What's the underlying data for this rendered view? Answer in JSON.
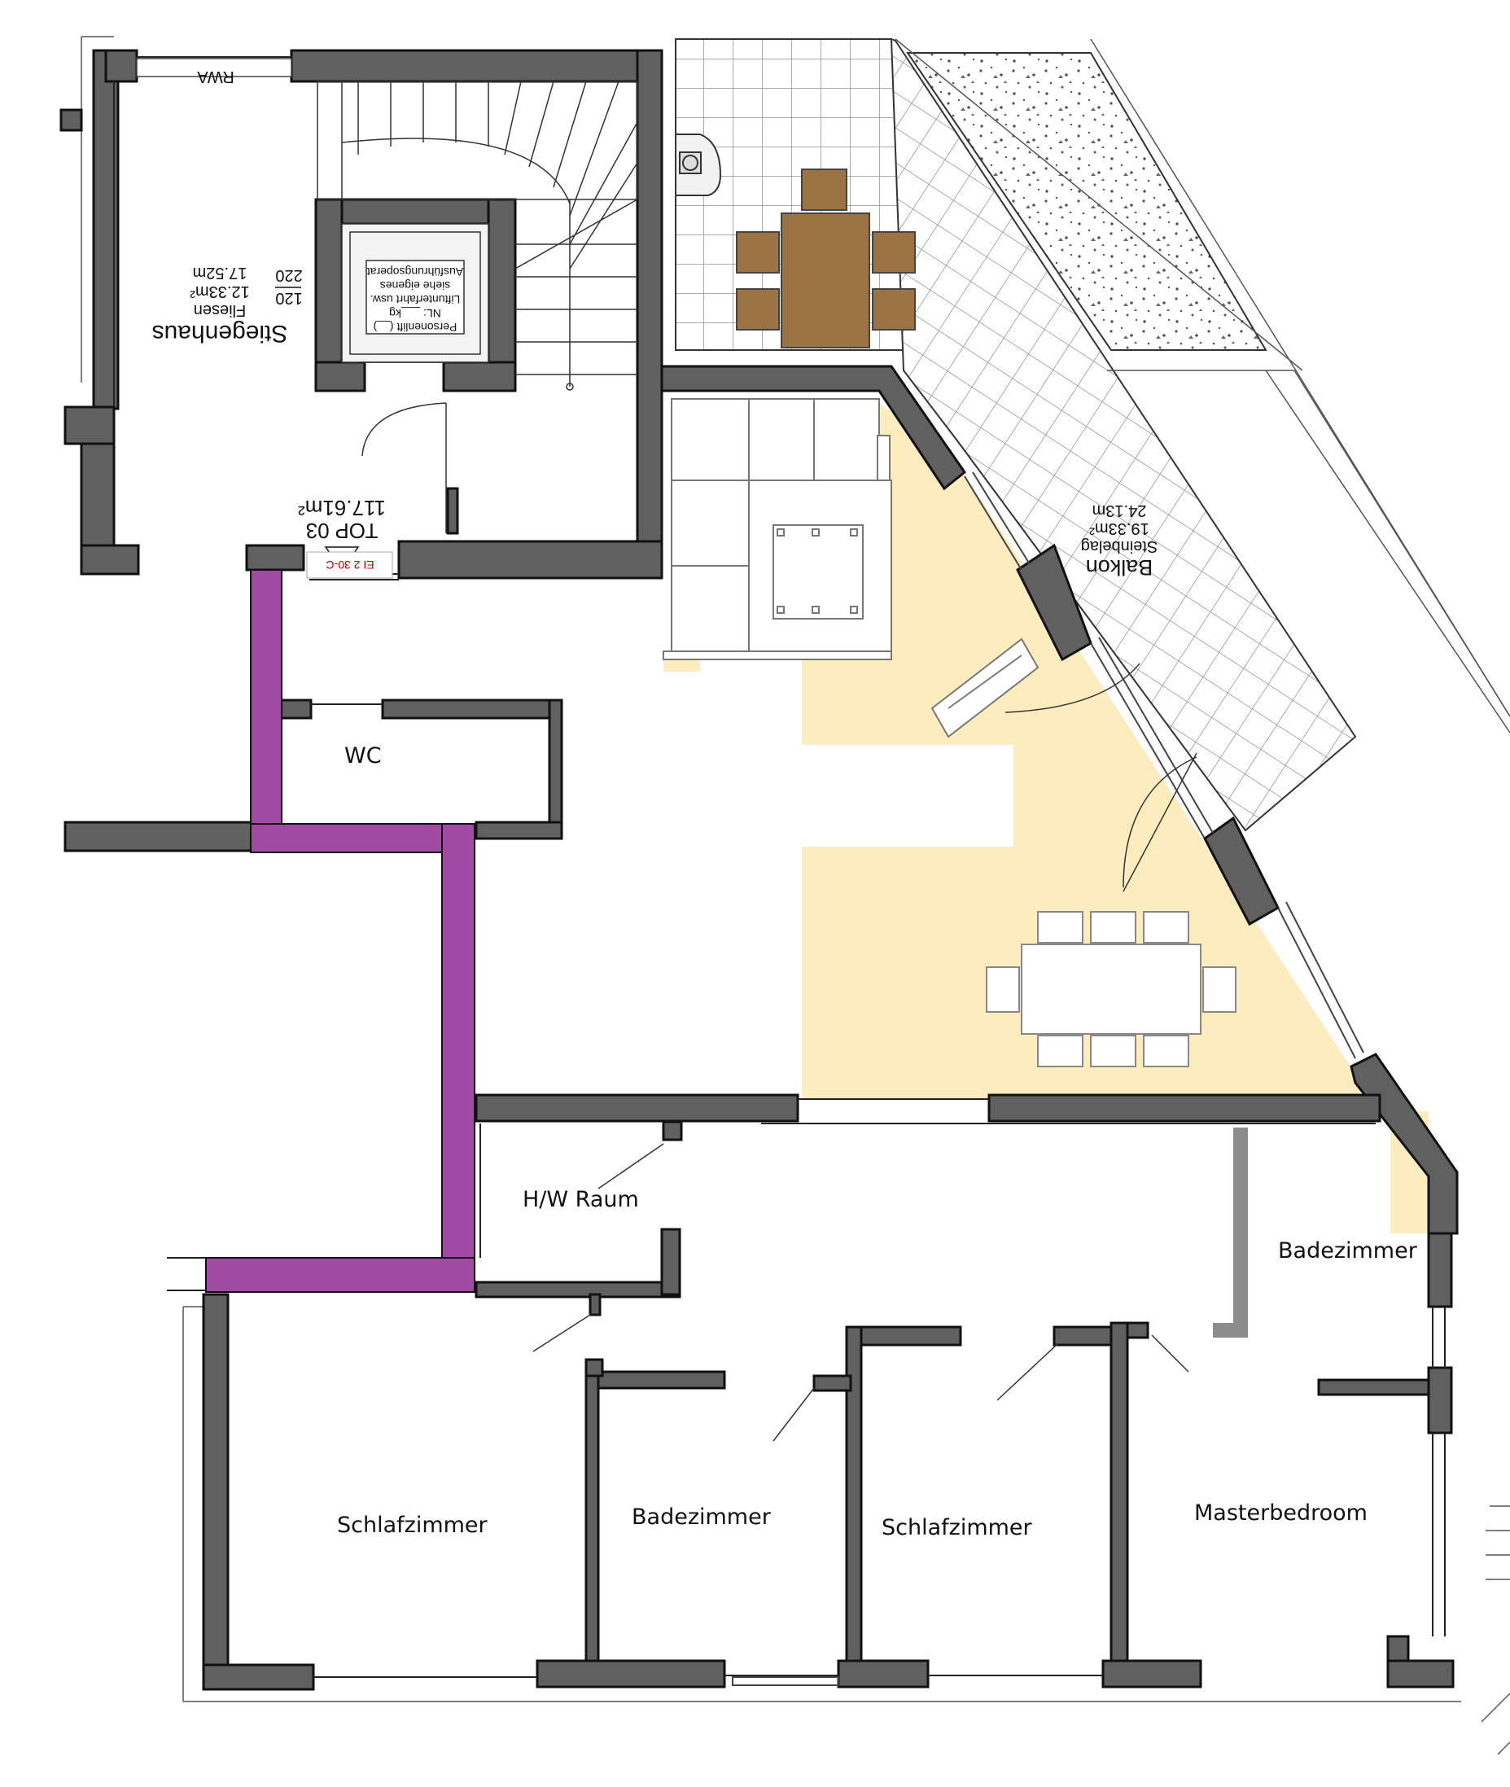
{
  "colors": {
    "wall": "#606060",
    "wall_edge": "#111111",
    "accent_wall": "#a04aa3",
    "living_floor": "#fdecbd",
    "furniture_wood": "#9c7444",
    "grid_line": "#8a8a8a"
  },
  "rooms": {
    "wc": "WC",
    "hw_raum": "H/W Raum",
    "badezimmer_right": "Badezimmer",
    "schlafzimmer_left": "Schlafzimmer",
    "badezimmer_mid": "Badezimmer",
    "schlafzimmer_mid": "Schlafzimmer",
    "masterbedroom": "Masterbedroom"
  },
  "stairwell": {
    "name": "Stiegenhaus",
    "floor": "Fliesen",
    "area1": "12.33m²",
    "area2": "17.52m",
    "dim_top": "120",
    "dim_bottom": "220",
    "rwa": "RWA",
    "lift_line1": "Personenlift (__)",
    "lift_line2": "NL: ___kg",
    "lift_line3": "Liftunterfahrt usw.",
    "lift_line4": "siehe eigenes",
    "lift_line5": "Ausführungsoperat"
  },
  "unit": {
    "name": "TOP 03",
    "area": "117.61m²",
    "door_rating": "EI 2 30-C"
  },
  "balcony": {
    "name": "Balkon",
    "floor": "Steinbelag",
    "area1": "19.33m²",
    "area2": "24.13m"
  },
  "icons": [
    "door-swing-icon",
    "window-icon",
    "stair-icon",
    "elevator-icon",
    "table-icon",
    "chair-icon",
    "sofa-icon",
    "chimney-icon"
  ]
}
